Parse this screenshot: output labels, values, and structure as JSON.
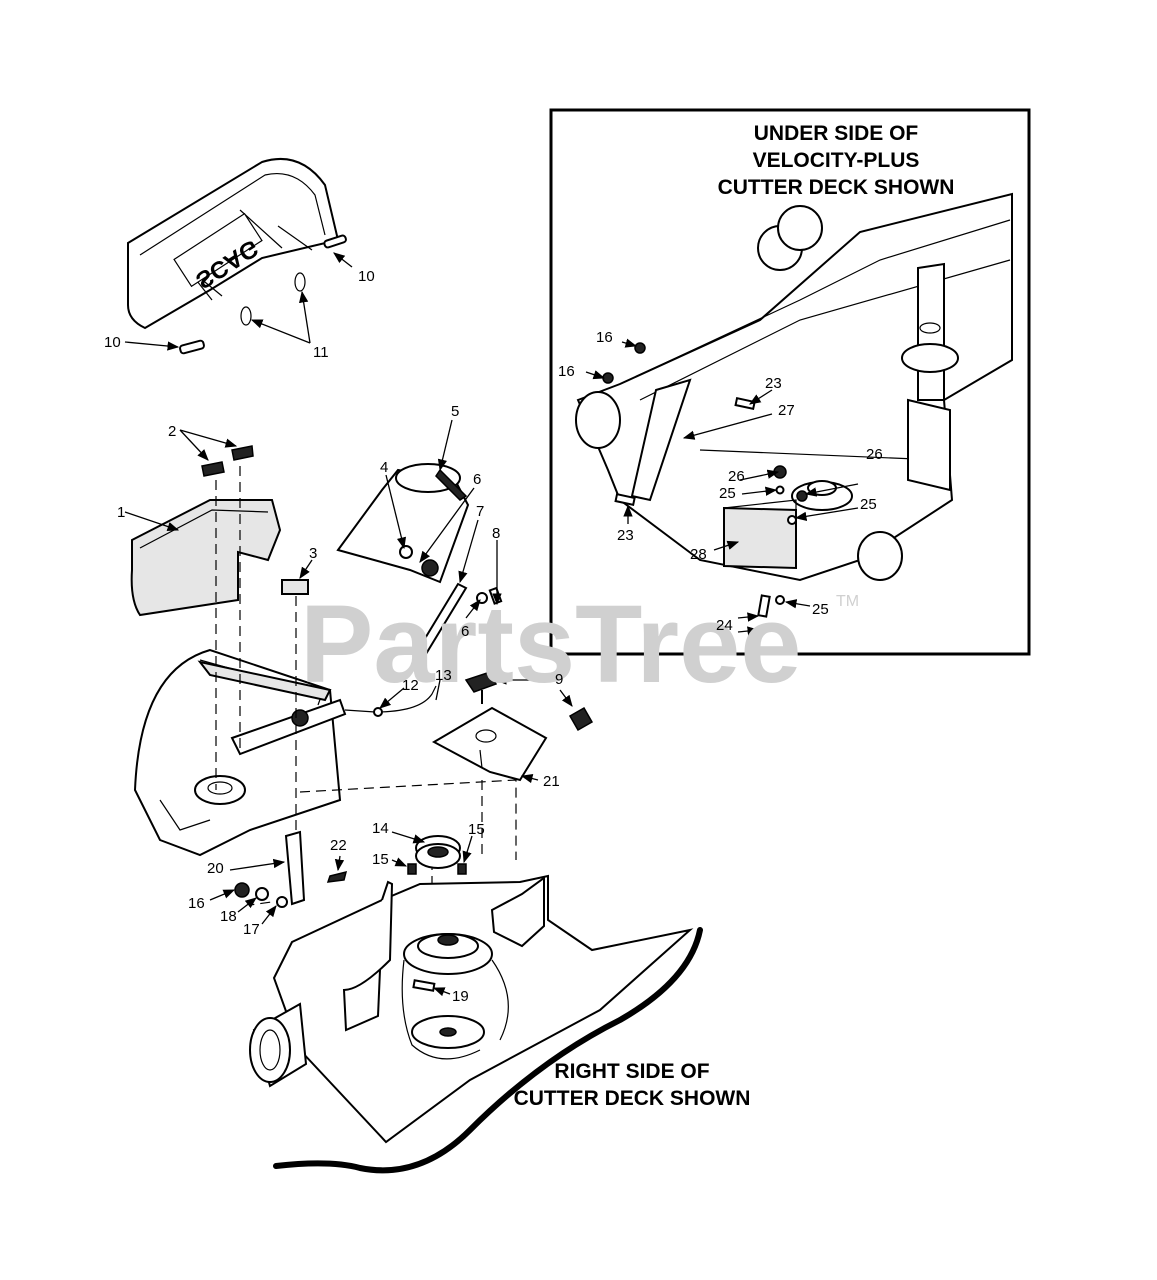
{
  "watermark": {
    "text": "PartsTree",
    "trademark": "TM"
  },
  "inset": {
    "title_lines": [
      "UNDER SIDE OF",
      "VELOCITY-PLUS",
      "CUTTER DECK SHOWN"
    ]
  },
  "main_view": {
    "title_lines": [
      "RIGHT SIDE OF",
      "CUTTER DECK SHOWN"
    ]
  },
  "callouts": {
    "c1": "1",
    "c2": "2",
    "c3": "3",
    "c4": "4",
    "c5": "5",
    "c6a": "6",
    "c6b": "6",
    "c7": "7",
    "c8": "8",
    "c9": "9",
    "c10a": "10",
    "c10b": "10",
    "c11": "11",
    "c12": "12",
    "c13": "13",
    "c14": "14",
    "c15a": "15",
    "c15b": "15",
    "c16a": "16",
    "c16b": "16",
    "c16c": "16",
    "c17": "17",
    "c18": "18",
    "c19": "19",
    "c20": "20",
    "c21": "21",
    "c22": "22",
    "c23a": "23",
    "c23b": "23",
    "c24": "24",
    "c25a": "25",
    "c25b": "25",
    "c25c": "25",
    "c26a": "26",
    "c26b": "26",
    "c27": "27",
    "c28": "28"
  },
  "brand_decal": "SCAG",
  "colors": {
    "line": "#000000",
    "watermark": "#d0d0d0",
    "background": "#ffffff"
  }
}
